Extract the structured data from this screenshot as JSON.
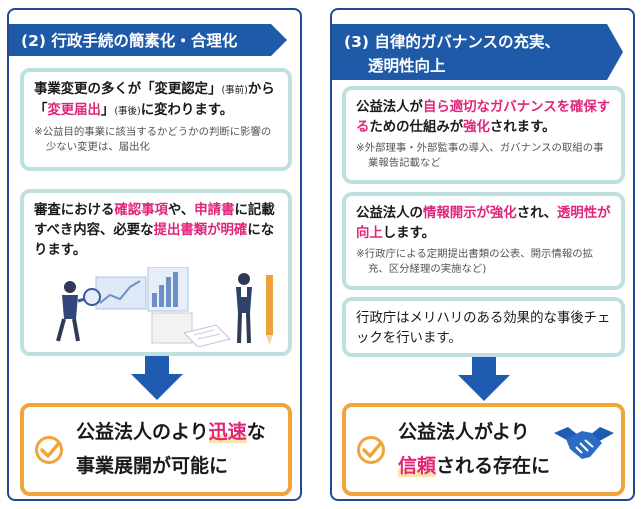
{
  "left": {
    "banner": "(2) 行政手続の簡素化・合理化",
    "box1": {
      "t1": "事業変更の多くが「変更認定」",
      "t1_small": "(事前)",
      "t1b": "か",
      "t2a": "ら「",
      "t2_pink": "変更届出",
      "t2b": "」",
      "t2_small": "(事後)",
      "t2c": "に変わります。",
      "note": "※公益目的事業に該当するかどうかの判断に影響の少ない変更は、届出化"
    },
    "box2": {
      "l1a": "審査における",
      "l1p1": "確認事項",
      "l1b": "や、",
      "l1p2": "申請書",
      "l1c": "に記",
      "l2a": "載すべき内容、必要な",
      "l2p": "提出書類が明確",
      "l3": "になります。"
    },
    "result": {
      "line1a": "公益法人のより",
      "line1_hl": "迅速",
      "line1b": "な",
      "line2": "事業展開が可能に"
    }
  },
  "right": {
    "banner_line1": "(3) 自律的ガバナンスの充実、",
    "banner_line2": "透明性向上",
    "box1": {
      "l1a": "公益法人が",
      "l1p": "自ら適切なガバナンスを確",
      "l2p": "保する",
      "l2a": "ための仕組みが",
      "l2p2": "強化",
      "l2b": "されます。",
      "note": "※外部理事・外部監事の導入、ガバナンスの取組の事業報告記載など"
    },
    "box2": {
      "l1a": "公益法人の",
      "l1p": "情報開示が強化",
      "l1b": "され、",
      "l1p2": "透明",
      "l2p": "性が向上",
      "l2a": "します。",
      "note": "※行政庁による定期提出書類の公表、開示情報の拡充、区分経理の実施など)"
    },
    "box3": {
      "text": "行政庁はメリハリのある効果的な事後チェックを行います。"
    },
    "result": {
      "line1": "公益法人がより",
      "line2_hl": "信頼",
      "line2b": "される存在に"
    }
  },
  "colors": {
    "navy": "#1d4a93",
    "banner": "#1e5aa8",
    "box_border": "#bfe0de",
    "pink": "#e0267b",
    "orange": "#f2a33a",
    "arrow": "#1f5bb0"
  },
  "icons": [
    "check-circle-icon",
    "down-arrow-icon",
    "handshake-icon",
    "business-people-illustration"
  ]
}
